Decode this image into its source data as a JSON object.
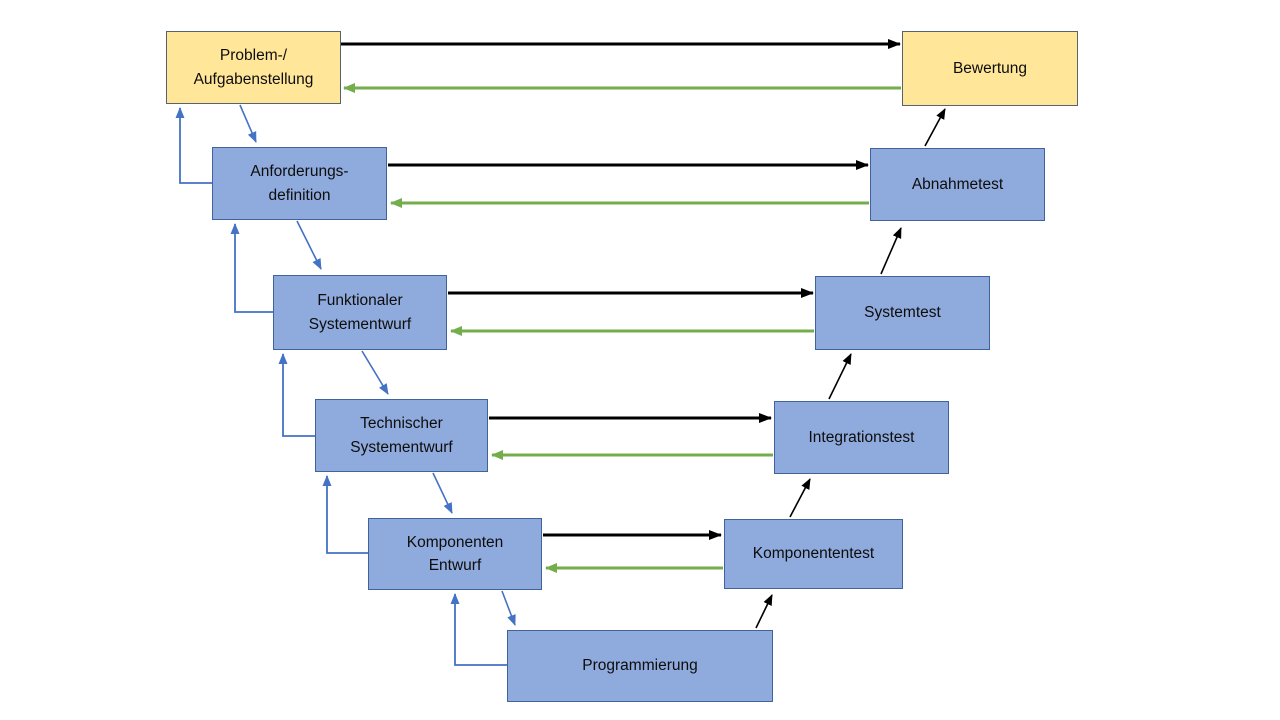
{
  "diagram": {
    "title": "V-Modell (software development V-model)",
    "colors": {
      "background": "#ffffff",
      "phase_fill": "#8faadc",
      "phase_border": "#41639c",
      "milestone_fill": "#ffe699",
      "milestone_border": "#566470",
      "forward_arrow": "#000000",
      "feedback_arrow": "#74ae4c",
      "flow_arrow": "#4472c4"
    },
    "nodes": [
      {
        "id": "problem",
        "label": "Problem-/\nAufgabenstellung",
        "type": "milestone"
      },
      {
        "id": "anforderung",
        "label": "Anforderungs-\ndefinition",
        "type": "phase"
      },
      {
        "id": "funktional",
        "label": "Funktionaler\nSystementwurf",
        "type": "phase"
      },
      {
        "id": "technisch",
        "label": "Technischer\nSystementwurf",
        "type": "phase"
      },
      {
        "id": "komponenten",
        "label": "Komponenten\nEntwurf",
        "type": "phase"
      },
      {
        "id": "programmierung",
        "label": "Programmierung",
        "type": "phase"
      },
      {
        "id": "komponententest",
        "label": "Komponententest",
        "type": "phase"
      },
      {
        "id": "integrationstest",
        "label": "Integrationstest",
        "type": "phase"
      },
      {
        "id": "systemtest",
        "label": "Systemtest",
        "type": "phase"
      },
      {
        "id": "abnahmetest",
        "label": "Abnahmetest",
        "type": "phase"
      },
      {
        "id": "bewertung",
        "label": "Bewertung",
        "type": "milestone"
      }
    ],
    "edges": [
      {
        "from": "problem",
        "to": "bewertung",
        "kind": "forward-horizontal",
        "color": "#000000"
      },
      {
        "from": "anforderung",
        "to": "abnahmetest",
        "kind": "forward-horizontal",
        "color": "#000000"
      },
      {
        "from": "funktional",
        "to": "systemtest",
        "kind": "forward-horizontal",
        "color": "#000000"
      },
      {
        "from": "technisch",
        "to": "integrationstest",
        "kind": "forward-horizontal",
        "color": "#000000"
      },
      {
        "from": "komponenten",
        "to": "komponententest",
        "kind": "forward-horizontal",
        "color": "#000000"
      },
      {
        "from": "bewertung",
        "to": "problem",
        "kind": "feedback-horizontal",
        "color": "#74ae4c"
      },
      {
        "from": "abnahmetest",
        "to": "anforderung",
        "kind": "feedback-horizontal",
        "color": "#74ae4c"
      },
      {
        "from": "systemtest",
        "to": "funktional",
        "kind": "feedback-horizontal",
        "color": "#74ae4c"
      },
      {
        "from": "integrationstest",
        "to": "technisch",
        "kind": "feedback-horizontal",
        "color": "#74ae4c"
      },
      {
        "from": "komponententest",
        "to": "komponenten",
        "kind": "feedback-horizontal",
        "color": "#74ae4c"
      },
      {
        "from": "problem",
        "to": "anforderung",
        "kind": "decompose-diagonal",
        "color": "#4472c4"
      },
      {
        "from": "anforderung",
        "to": "funktional",
        "kind": "decompose-diagonal",
        "color": "#4472c4"
      },
      {
        "from": "funktional",
        "to": "technisch",
        "kind": "decompose-diagonal",
        "color": "#4472c4"
      },
      {
        "from": "technisch",
        "to": "komponenten",
        "kind": "decompose-diagonal",
        "color": "#4472c4"
      },
      {
        "from": "komponenten",
        "to": "programmierung",
        "kind": "decompose-diagonal",
        "color": "#4472c4"
      },
      {
        "from": "anforderung",
        "to": "problem",
        "kind": "iterate-elbow",
        "color": "#4472c4"
      },
      {
        "from": "funktional",
        "to": "anforderung",
        "kind": "iterate-elbow",
        "color": "#4472c4"
      },
      {
        "from": "technisch",
        "to": "funktional",
        "kind": "iterate-elbow",
        "color": "#4472c4"
      },
      {
        "from": "komponenten",
        "to": "technisch",
        "kind": "iterate-elbow",
        "color": "#4472c4"
      },
      {
        "from": "programmierung",
        "to": "komponenten",
        "kind": "iterate-elbow",
        "color": "#4472c4"
      },
      {
        "from": "programmierung",
        "to": "komponententest",
        "kind": "verify-diagonal",
        "color": "#000000"
      },
      {
        "from": "komponententest",
        "to": "integrationstest",
        "kind": "verify-diagonal",
        "color": "#000000"
      },
      {
        "from": "integrationstest",
        "to": "systemtest",
        "kind": "verify-diagonal",
        "color": "#000000"
      },
      {
        "from": "systemtest",
        "to": "abnahmetest",
        "kind": "verify-diagonal",
        "color": "#000000"
      },
      {
        "from": "abnahmetest",
        "to": "bewertung",
        "kind": "verify-diagonal",
        "color": "#000000"
      }
    ]
  }
}
